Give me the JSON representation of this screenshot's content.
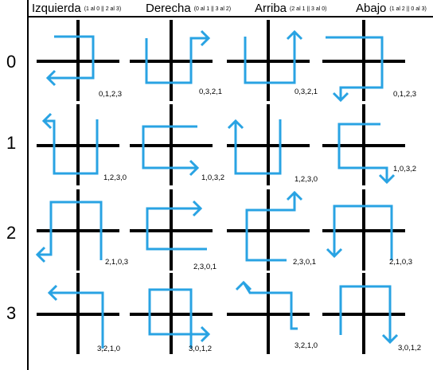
{
  "columns": [
    {
      "label": "Izquierda",
      "sub": "(1 al 0 || 2 al 3)"
    },
    {
      "label": "Derecha",
      "sub": "(0 al 1 || 3 al 2)"
    },
    {
      "label": "Arriba",
      "sub": "(2 al 1 || 3 al 0)"
    },
    {
      "label": "Abajo",
      "sub": "(1 al 2 || 0 al 3)"
    }
  ],
  "rows": [
    {
      "label": "0",
      "codes": [
        "0,1,2,3",
        "0,3,2,1",
        "0,3,2,1",
        "0,1,2,3"
      ]
    },
    {
      "label": "1",
      "codes": [
        "1,2,3,0",
        "1,0,3,2",
        "1,2,3,0",
        "1,0,3,2"
      ]
    },
    {
      "label": "2",
      "codes": [
        "2,1,0,3",
        "2,3,0,1",
        "2,3,0,1",
        "2,1,0,3"
      ]
    },
    {
      "label": "3",
      "codes": [
        "3,2,1,0",
        "3,0,1,2",
        "3,2,1,0",
        "3,0,1,2"
      ]
    }
  ],
  "colors": {
    "grid": "#000000",
    "path": "#29a3e3"
  }
}
